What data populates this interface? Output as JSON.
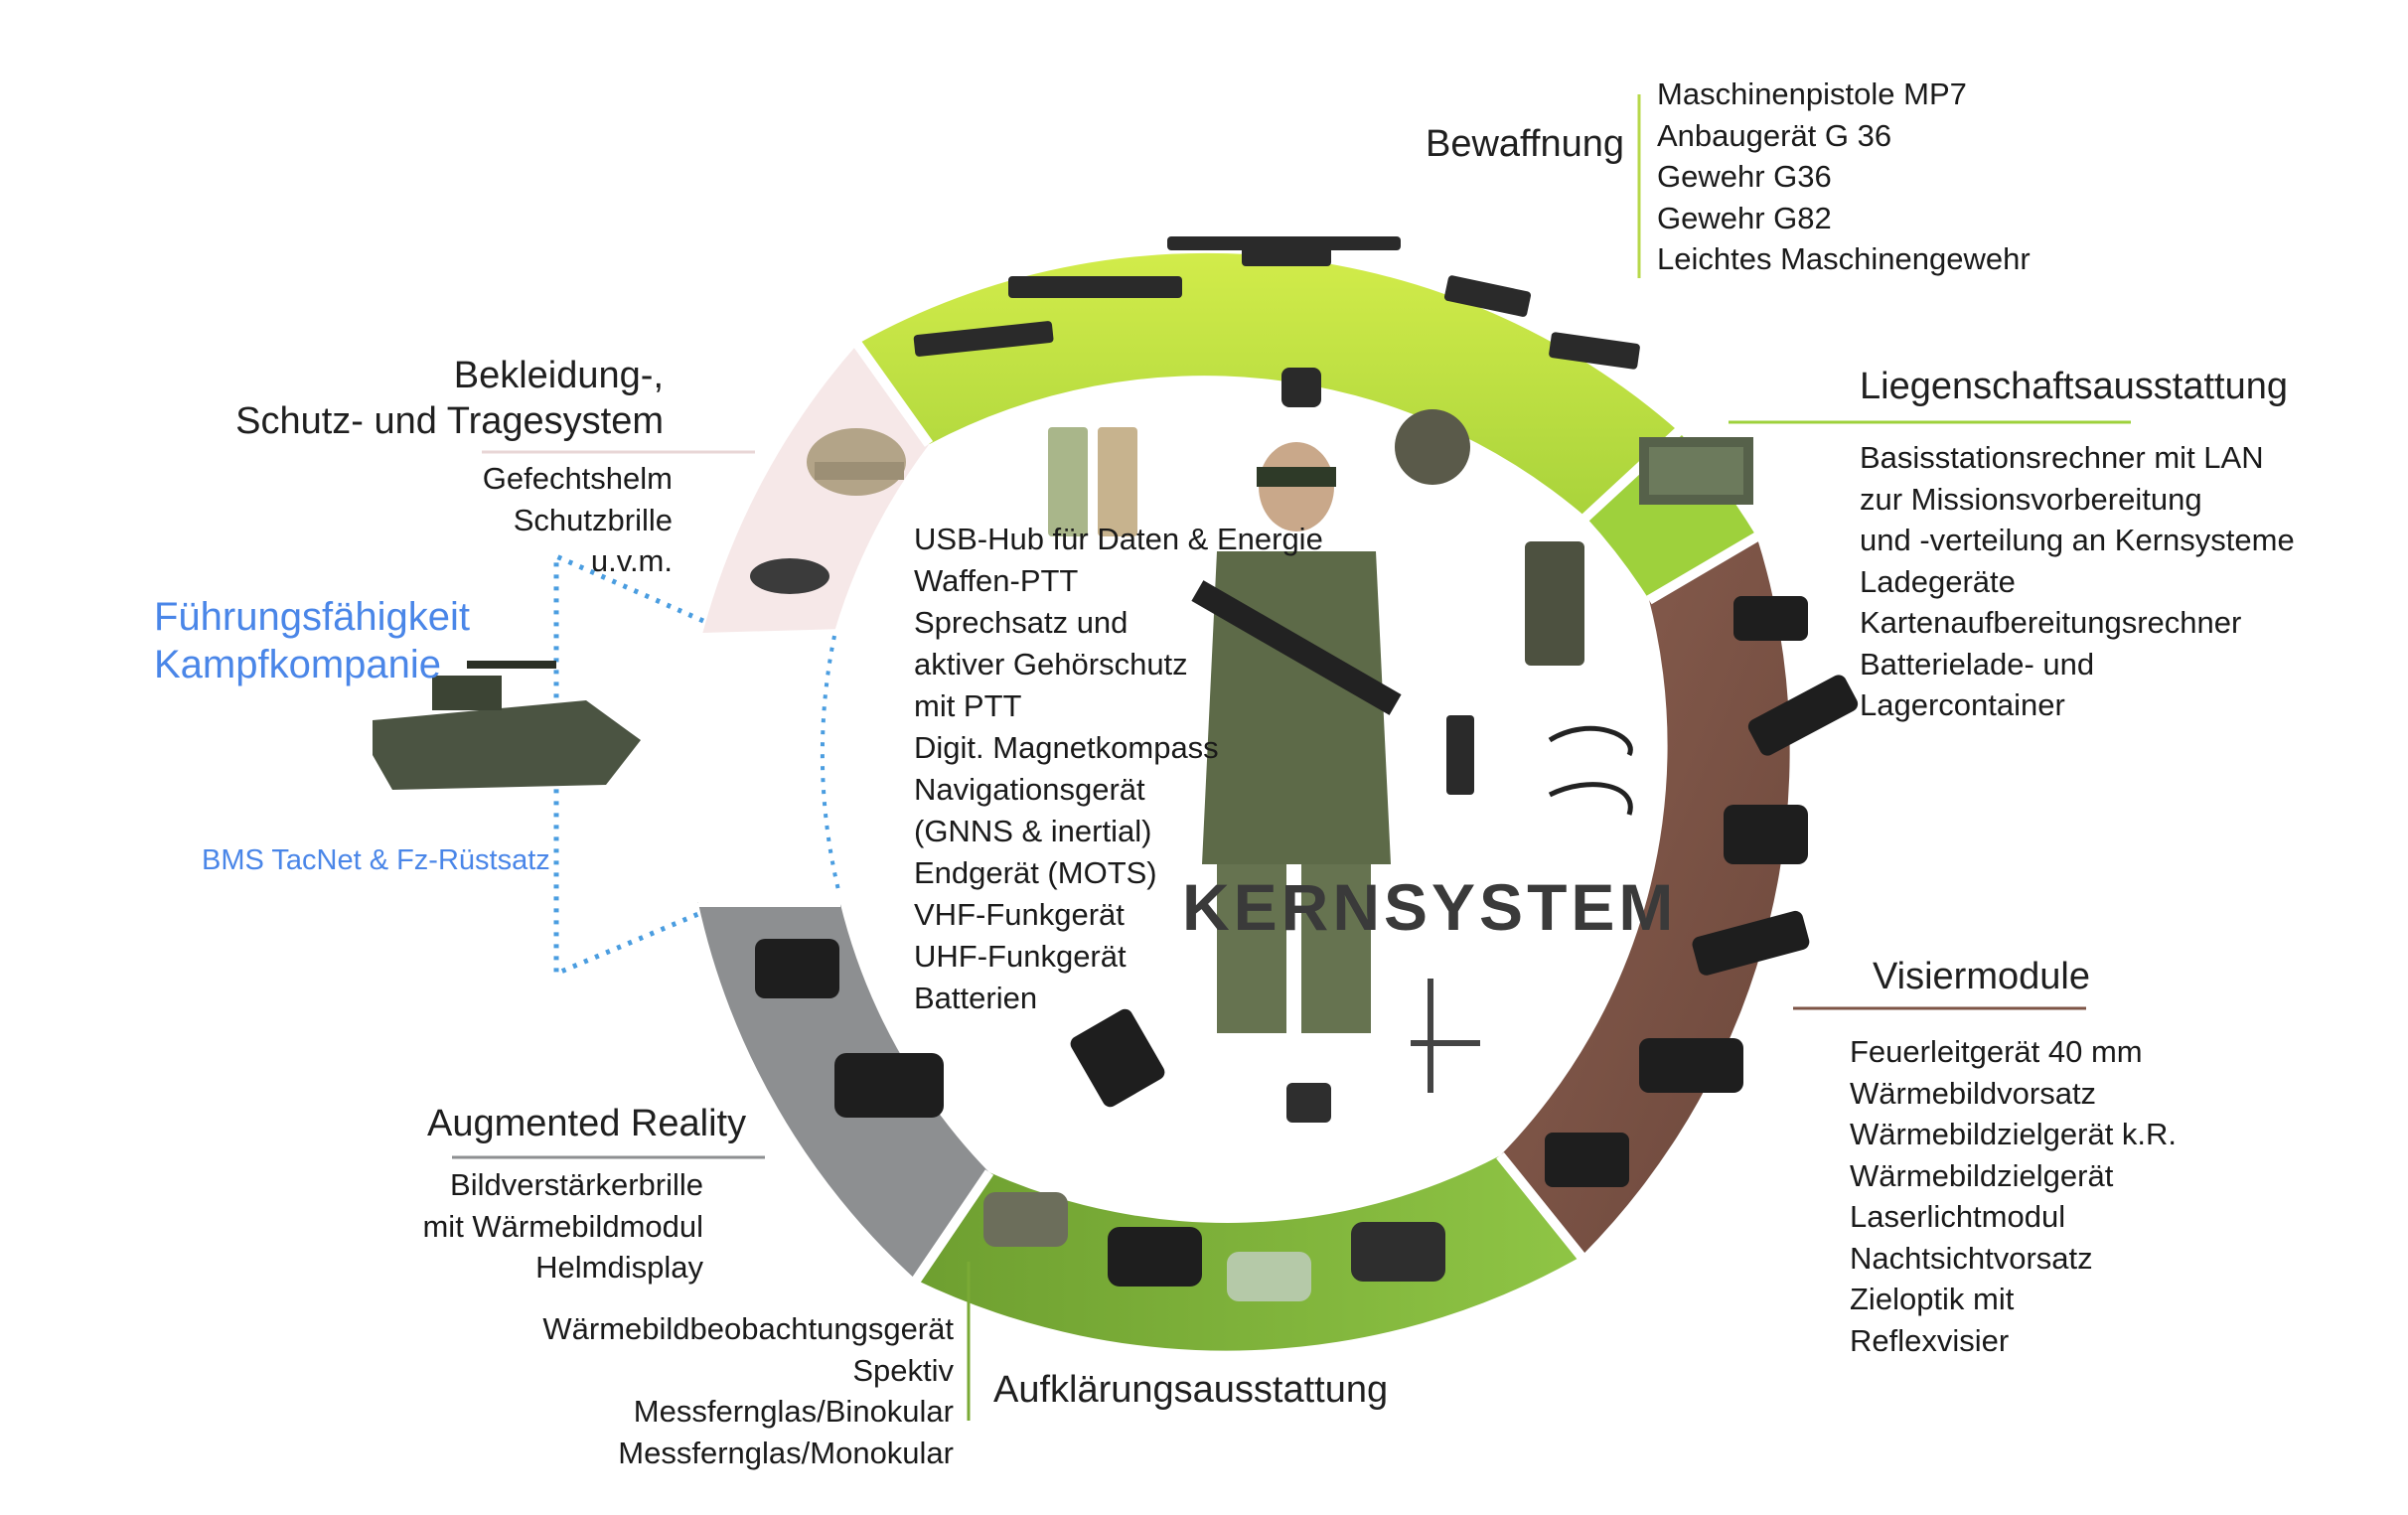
{
  "center": {
    "title": "KERNSYSTEM",
    "items": [
      "USB-Hub für Daten & Energie",
      "Waffen-PTT",
      "Sprechsatz und",
      "aktiver Gehörschutz",
      "mit PTT",
      "Digit. Magnetkompass",
      "Navigationsgerät",
      "(GNNS & inertial)",
      "Endgerät (MOTS)",
      "VHF-Funkgerät",
      "UHF-Funkgerät",
      "Batterien"
    ]
  },
  "segments": {
    "bewaffnung": {
      "title": "Bewaffnung",
      "items": [
        "Maschinenpistole MP7",
        "Anbaugerät G 36",
        "Gewehr G36",
        "Gewehr G82",
        "Leichtes Maschinengewehr"
      ]
    },
    "liegenschaft": {
      "title": "Liegenschaftsausstattung",
      "items": [
        "Basisstationsrechner mit LAN",
        "zur Missionsvorbereitung",
        "und -verteilung an Kernsysteme",
        "Ladegeräte",
        "Kartenaufbereitungsrechner",
        "Batterielade- und",
        "Lagercontainer"
      ]
    },
    "visier": {
      "title": "Visiermodule",
      "items": [
        "Feuerleitgerät 40 mm",
        "Wärmebildvorsatz",
        "Wärmebildzielgerät k.R.",
        "Wärmebildzielgerät",
        "Laserlichtmodul",
        "Nachtsichtvorsatz",
        "Zieloptik mit",
        "Reflexvisier"
      ]
    },
    "aufklaerung": {
      "title": "Aufklärungsausstattung",
      "items": [
        "Wärmebildbeobachtungsgerät",
        "Spektiv",
        "Messfernglas/Binokular",
        "Messfernglas/Monokular"
      ]
    },
    "ar": {
      "title": "Augmented Reality",
      "items": [
        "Bildverstärkerbrille",
        "mit Wärmebildmodul",
        "Helmdisplay"
      ]
    },
    "bekleidung": {
      "title_line1": "Bekleidung-,",
      "title_line2": "Schutz- und Tragesystem",
      "items": [
        "Gefechtshelm",
        "Schutzbrille",
        "u.v.m."
      ]
    }
  },
  "fuehrung": {
    "title_line1": "Führungsfähigkeit",
    "title_line2": "Kampfkompanie",
    "sub": "BMS TacNet & Fz-Rüstsatz"
  },
  "colors": {
    "green_light": "#c6e43a",
    "green_mid": "#8bc43f",
    "green_dark": "#7aaa35",
    "brown": "#7d5446",
    "pink": "#f5e6e6",
    "gray": "#8d8f91",
    "blue": "#4a86e8"
  }
}
